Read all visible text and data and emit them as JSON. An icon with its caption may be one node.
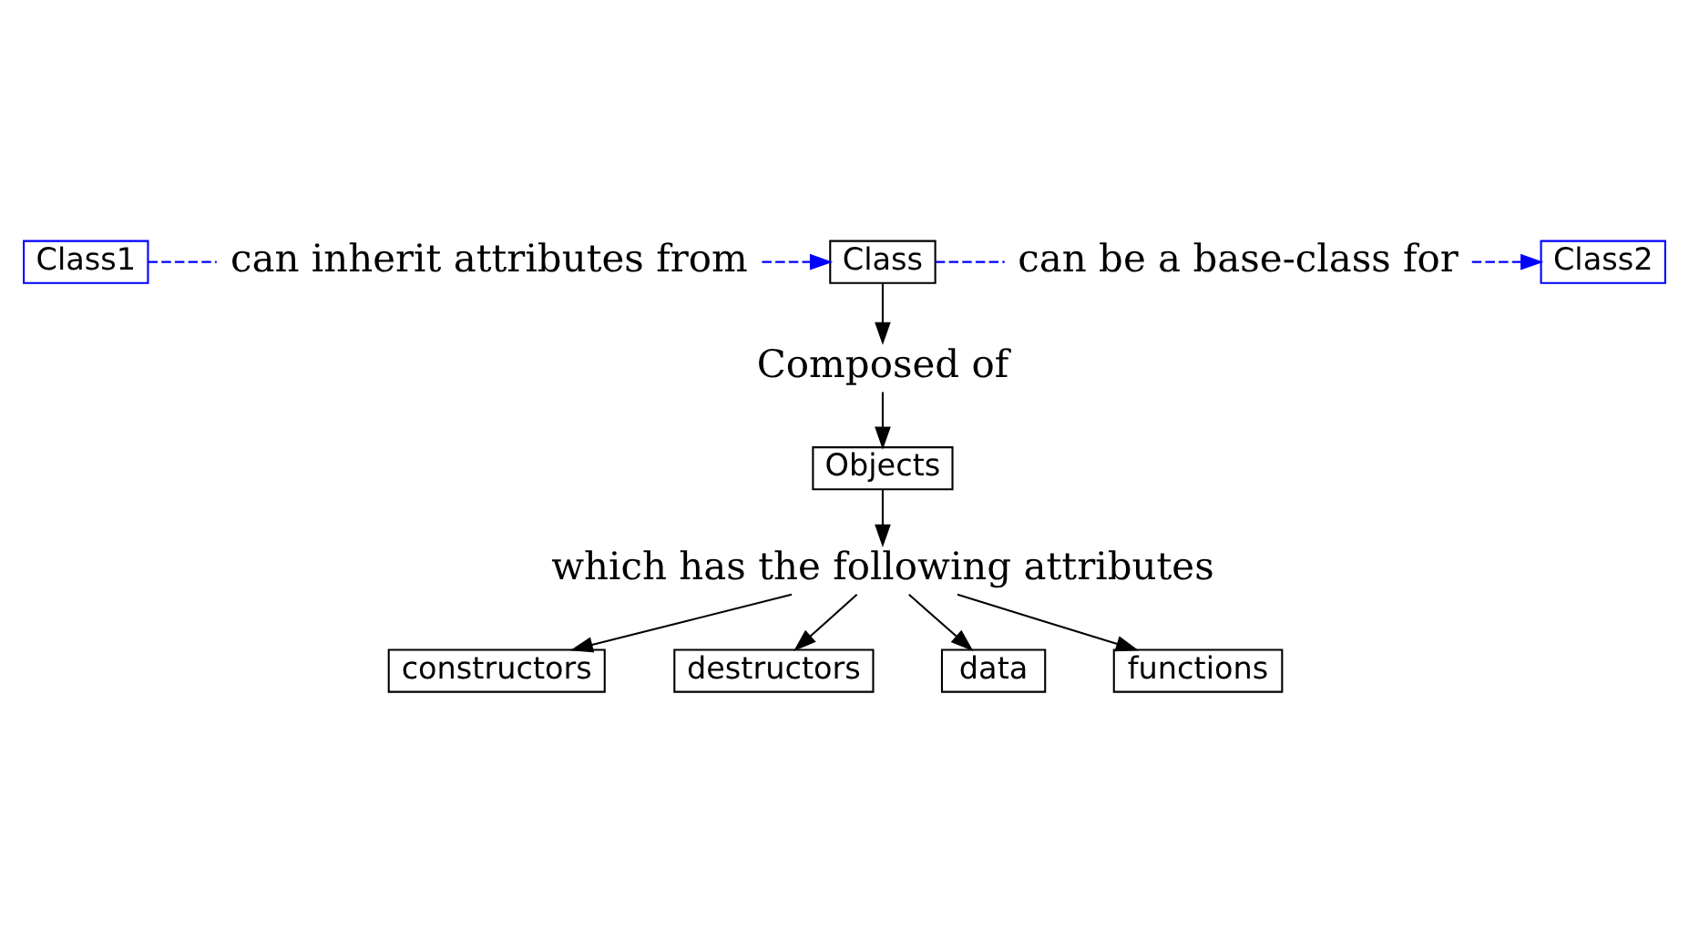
{
  "diagram": {
    "nodes": [
      {
        "text": [
          "Class1"
        ]
      },
      {
        "text": [
          "can inherit attributes from"
        ]
      },
      {
        "text": [
          "Class"
        ]
      },
      {
        "text": [
          "can be a base-class for"
        ]
      },
      {
        "text": [
          "Class2"
        ]
      },
      {
        "text": [
          "Composed of"
        ]
      },
      {
        "text": [
          "Objects"
        ]
      },
      {
        "text": [
          "which has the following attributes"
        ]
      },
      {
        "text": [
          "constructors"
        ]
      },
      {
        "text": [
          "destructors"
        ]
      },
      {
        "text": [
          "data"
        ]
      },
      {
        "text": [
          "functions"
        ]
      }
    ],
    "edges": [
      {
        "from": 0,
        "to": 1,
        "arrow": "none",
        "style": "dashed",
        "color": "#0000ff"
      },
      {
        "from": 1,
        "to": 2,
        "arrow": "to",
        "style": "dashed",
        "color": "#0000ff"
      },
      {
        "from": 2,
        "to": 3,
        "arrow": "none",
        "style": "dashed",
        "color": "#0000ff"
      },
      {
        "from": 3,
        "to": 4,
        "arrow": "to",
        "style": "dashed",
        "color": "#0000ff"
      },
      {
        "from": 2,
        "to": 5,
        "arrow": "to"
      },
      {
        "from": 5,
        "to": 6,
        "arrow": "to"
      },
      {
        "from": 6,
        "to": 7,
        "arrow": "to"
      },
      {
        "from": 7,
        "to": 8,
        "arrow": "to"
      },
      {
        "from": 7,
        "to": 9,
        "arrow": "to"
      },
      {
        "from": 7,
        "to": 10,
        "arrow": "to"
      },
      {
        "from": 7,
        "to": 11,
        "arrow": "to"
      }
    ]
  }
}
